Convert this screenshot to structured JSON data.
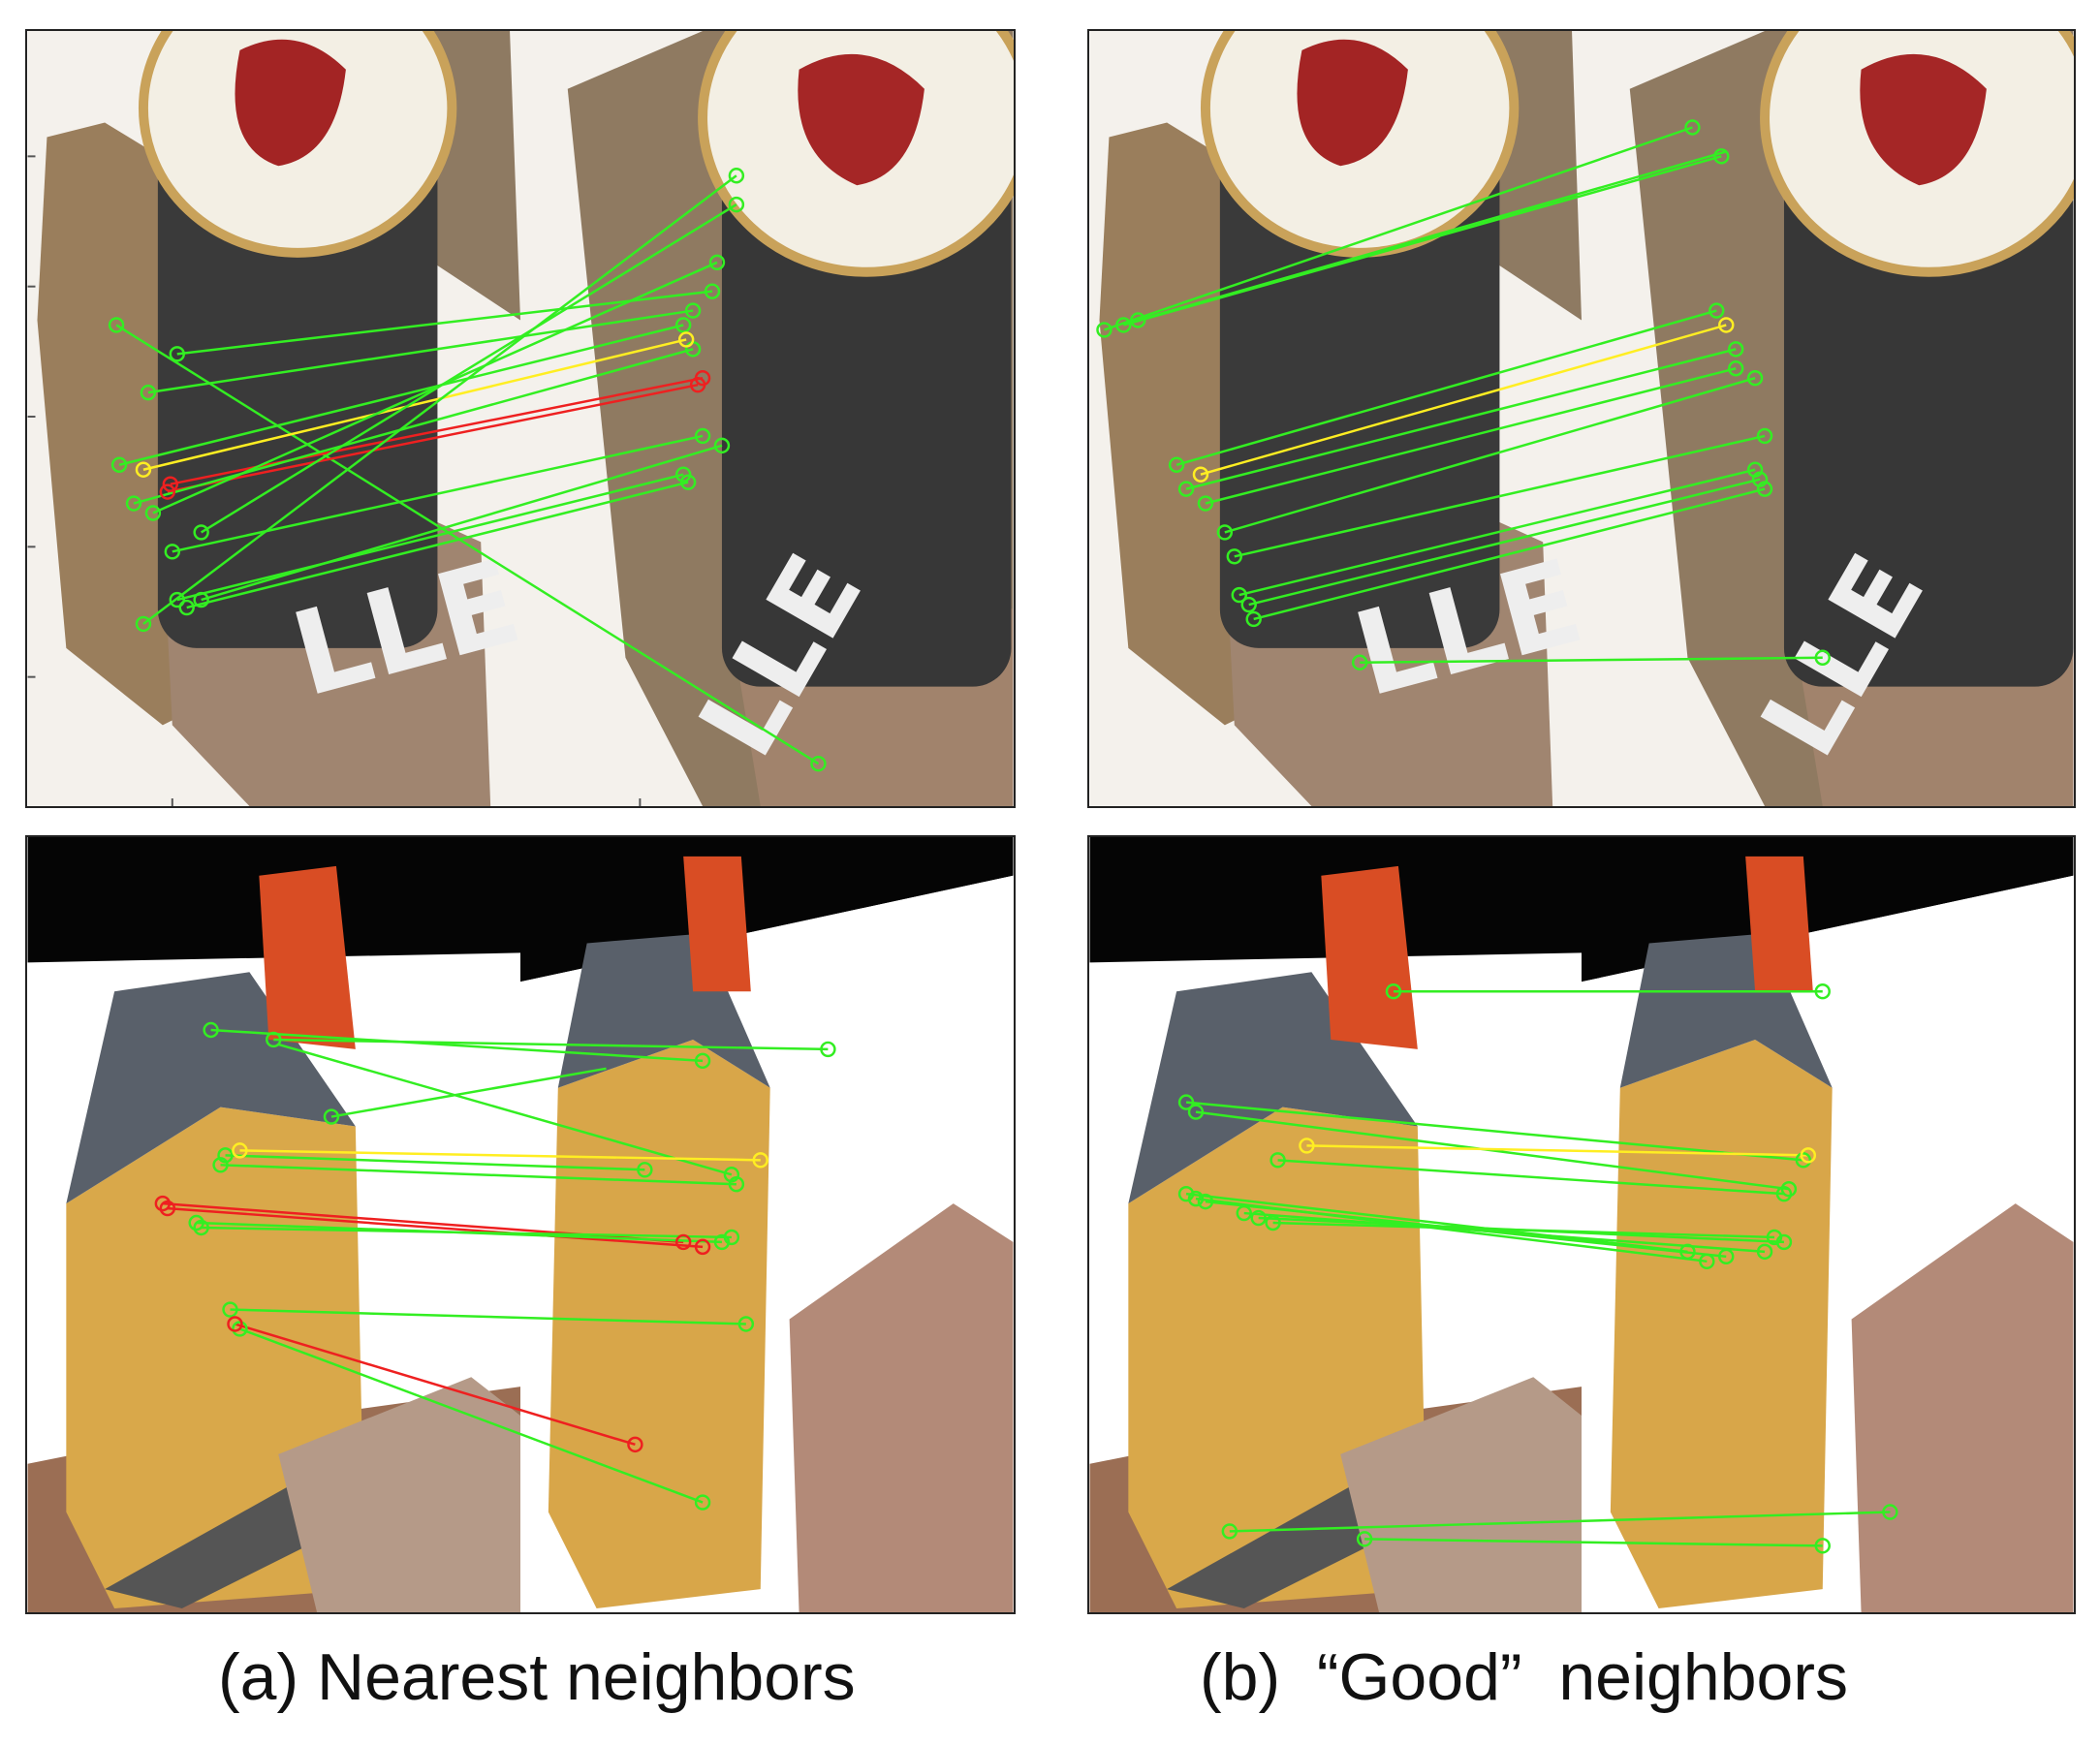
{
  "figure": {
    "caption_a": "(a) Nearest neighbors",
    "caption_b": "(b)  “Good”  neighbors"
  },
  "colors": {
    "match_good": "#33ee22",
    "match_bad": "#ee2020",
    "match_uncertain": "#eeee20",
    "frame": "#222222"
  },
  "icons": [
    "image-pair-can",
    "image-pair-house",
    "keypoint-circle",
    "match-line"
  ]
}
